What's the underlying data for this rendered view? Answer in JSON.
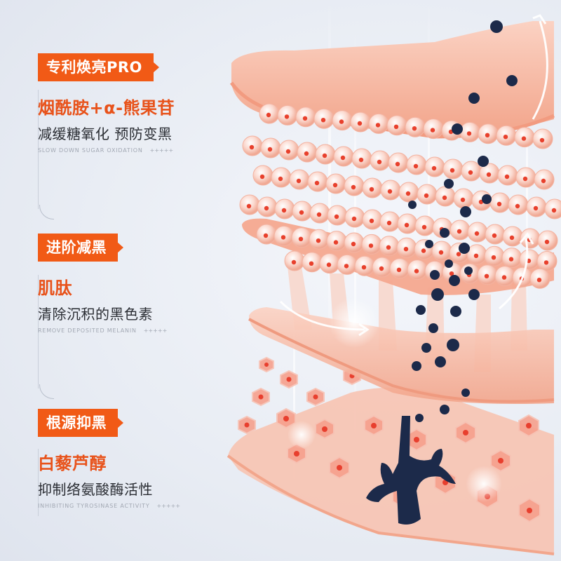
{
  "sections": [
    {
      "tag": "专利焕亮PRO",
      "ingredient": "烟酰胺+α-熊果苷",
      "desc": "减缓糖氧化 预防变黑",
      "sub": "SLOW DOWN SUGAR OXIDATION",
      "plus": "+++++"
    },
    {
      "tag": "进阶减黑",
      "ingredient": "肌肽",
      "desc": "清除沉积的黑色素",
      "sub": "REMOVE DEPOSITED MELANIN",
      "plus": "+++++"
    },
    {
      "tag": "根源抑黑",
      "ingredient": "白藜芦醇",
      "desc": "抑制络氨酸酶活性",
      "sub": "INHIBITING TYROSINASE ACTIVITY",
      "plus": "+++++"
    }
  ],
  "colors": {
    "accent": "#f15a16",
    "ingredient": "#e8521a",
    "text": "#2a2d33",
    "melanin": "#1c2a4a",
    "skin": "#f6b9a4"
  },
  "icons": [
    "arrow-up-icon",
    "melanocyte-icon"
  ]
}
